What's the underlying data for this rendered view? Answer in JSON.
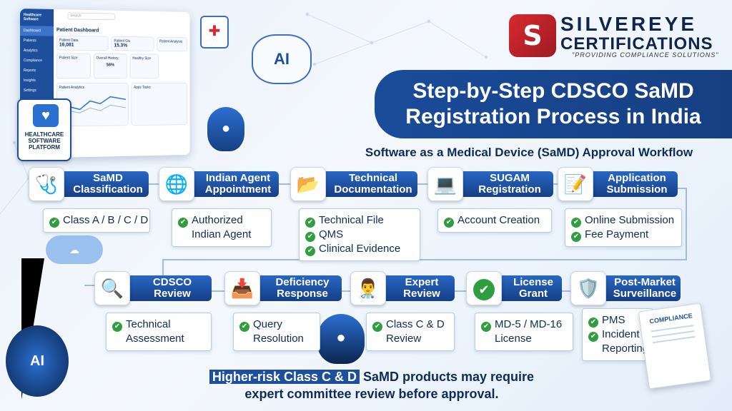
{
  "dashboard": {
    "brand": "Healthcare Software",
    "search_placeholder": "Search",
    "nav": [
      "Dashboard",
      "Patients",
      "Analytics",
      "Compliance",
      "Reports",
      "Insights",
      "Settings"
    ],
    "page_title": "Patient Dashboard",
    "patient_data_label": "Patient Data",
    "patient_data_value": "16,081",
    "patient_gis_label": "Patient Gis",
    "patient_gis_value": "15.3%",
    "patient_analysis": "Patient Analysis",
    "patient_size": "Patient Size",
    "overall_history": "Overall History",
    "healthy_size": "Healthy Size",
    "ring_value": "56%",
    "patient_analytics": "Patient Analytics",
    "apps_tasks": "Apps Tasks"
  },
  "platform_badge": {
    "label": "HEALTHCARE SOFTWARE PLATFORM"
  },
  "ai_label": "AI",
  "logo": {
    "mark": "S",
    "name_line1": "SILVEREYE",
    "name_line2": "CERTIFICATIONS",
    "tagline": "\"PROVIDING COMPLIANCE SOLUTIONS\""
  },
  "title": {
    "line1": "Step-by-Step CDSCO SaMD",
    "line2": "Registration Process in India"
  },
  "subtitle": "Software as a Medical Device (SaMD) Approval Workflow",
  "steps": [
    {
      "title1": "SaMD",
      "title2": "Classification",
      "icon": "stethoscope-icon",
      "items": [
        "Class A / B / C / D"
      ]
    },
    {
      "title1": "Indian Agent",
      "title2": "Appointment",
      "icon": "globe-icon",
      "items": [
        "Authorized",
        "Indian Agent"
      ]
    },
    {
      "title1": "Technical",
      "title2": "Documentation",
      "icon": "folder-icon",
      "items": [
        "Technical File",
        "QMS",
        "Clinical Evidence"
      ]
    },
    {
      "title1": "SUGAM",
      "title2": "Registration",
      "icon": "laptop-icon",
      "items": [
        "Account Creation"
      ]
    },
    {
      "title1": "Application",
      "title2": "Submission",
      "icon": "form-pen-icon",
      "items": [
        "Online Submission",
        "Fee Payment"
      ]
    },
    {
      "title1": "CDSCO",
      "title2": "Review",
      "icon": "magnifier-icon",
      "items": [
        "Technical",
        "Assessment"
      ]
    },
    {
      "title1": "Deficiency",
      "title2": "Response",
      "icon": "inbox-icon",
      "items": [
        "Query",
        "Resolution"
      ]
    },
    {
      "title1": "Expert",
      "title2": "Review",
      "icon": "doctor-icon",
      "items": [
        "Class C & D",
        "Review"
      ]
    },
    {
      "title1": "License",
      "title2": "Grant",
      "icon": "approved-badge-icon",
      "items": [
        "MD-5 / MD-16",
        "License"
      ]
    },
    {
      "title1": "Post-Market",
      "title2": "Surveillance",
      "icon": "shield-watch-icon",
      "items": [
        "PMS",
        "Incident",
        "Reporting"
      ]
    }
  ],
  "note": {
    "highlight": "Higher-risk Class C & D",
    "rest": " SaMD products may require",
    "line2": "expert committee review before approval."
  },
  "compliance_label": "COMPLIANCE"
}
